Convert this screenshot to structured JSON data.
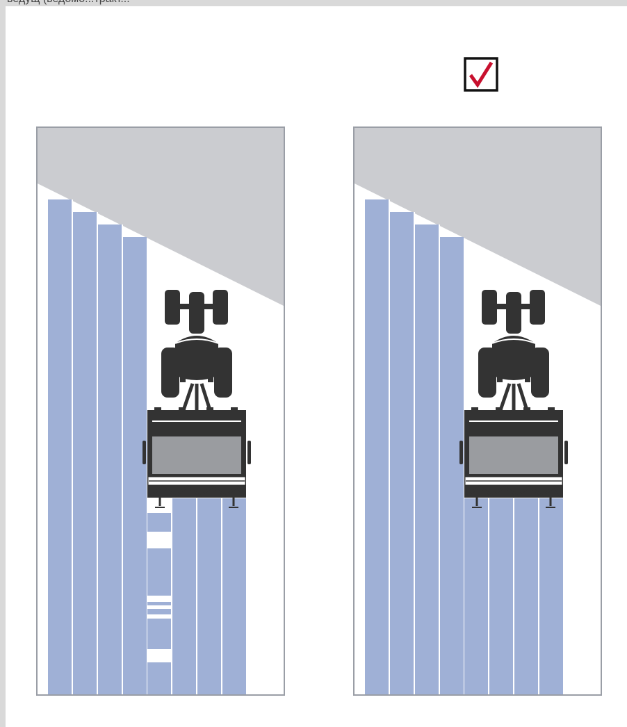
{
  "header": {
    "stub_text": "ведущ (ведомо...тракт..."
  },
  "checkbox": {
    "checked": true,
    "icon": "checkmark-icon",
    "check_color": "#c8102e"
  },
  "colors": {
    "treated": "#9fb0d6",
    "headland": "#cbccd0",
    "frame": "#9a9ea6",
    "machine": "#333333",
    "tank": "#9a9ca0"
  },
  "panels": [
    {
      "id": "left",
      "checked": false,
      "gaps_behind_machine": true
    },
    {
      "id": "right",
      "checked": true,
      "gaps_behind_machine": false
    }
  ]
}
